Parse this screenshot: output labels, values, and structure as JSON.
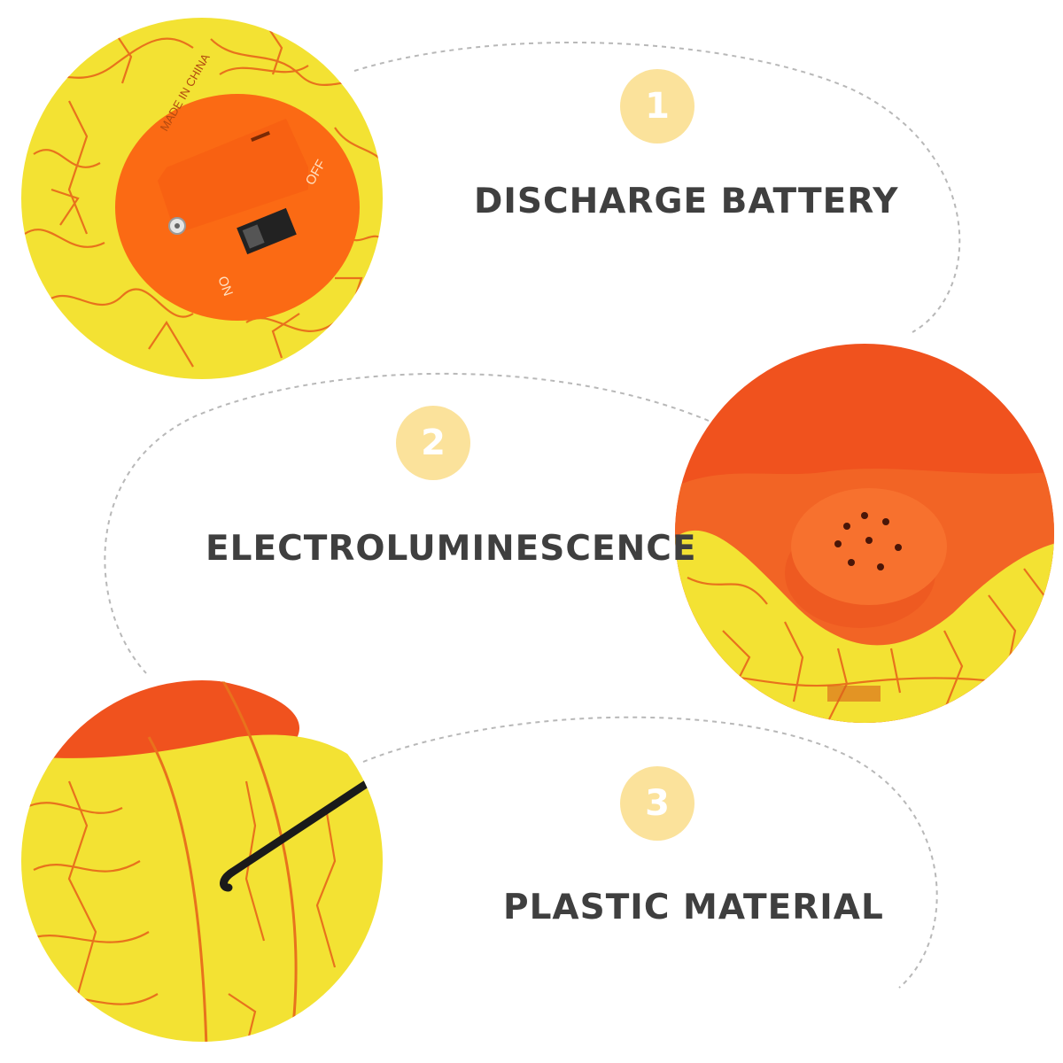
{
  "colors": {
    "badge": "#fbe29b",
    "caption": "#3f3f3f",
    "dash": "#b8b8b8",
    "shell_yellow": "#f3e233",
    "crack_orange": "#e8721c",
    "inner_orange": "#f0521e",
    "cap_orange": "#fb6a14"
  },
  "features": [
    {
      "number": "1",
      "label": "DISCHARGE BATTERY"
    },
    {
      "number": "2",
      "label": "ELECTROLUMINESCENCE"
    },
    {
      "number": "3",
      "label": "PLASTIC MATERIAL"
    }
  ],
  "battery_cover": {
    "imprint": "MADE IN CHINA",
    "switch_on": "ON",
    "switch_off": "OFF"
  },
  "icons": [
    "battery-switch-photo",
    "speaker-grille-photo",
    "wire-handle-photo"
  ]
}
